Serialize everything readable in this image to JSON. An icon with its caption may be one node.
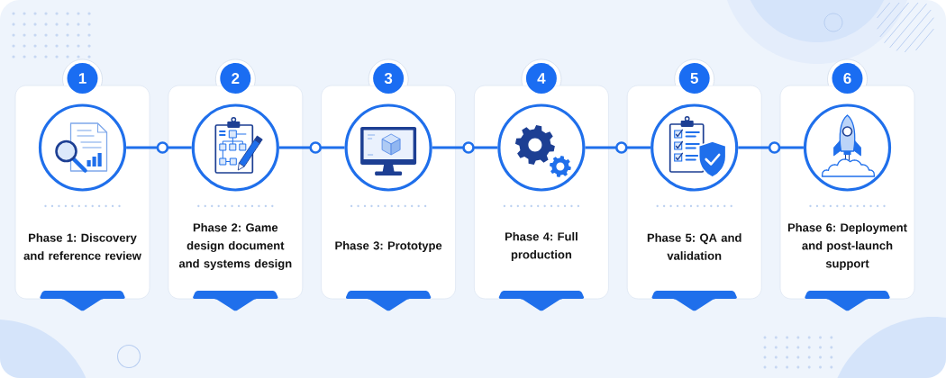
{
  "diagram": {
    "nodes": [
      {
        "text": [
          "1"
        ]
      },
      {
        "text": [
          "Phase 1: Discovery and reference review"
        ]
      },
      {
        "text": [],
        "shape": "circle",
        "in": 1
      },
      {
        "text": [
          "2"
        ]
      },
      {
        "text": [
          "Phase 2: Game design document and systems design"
        ]
      },
      {
        "text": [],
        "shape": "circle",
        "in": 4
      },
      {
        "text": [
          "3"
        ]
      },
      {
        "text": [
          "Phase 3: Prototype"
        ]
      },
      {
        "text": [],
        "shape": "circle",
        "in": 7
      },
      {
        "text": [
          "4"
        ]
      },
      {
        "text": [
          "Phase 4: Full production"
        ]
      },
      {
        "text": [],
        "shape": "circle",
        "in": 10
      },
      {
        "text": [
          "5"
        ]
      },
      {
        "text": [
          "Phase 5: QA and validation"
        ]
      },
      {
        "text": [],
        "shape": "circle",
        "in": 13
      },
      {
        "text": [
          "6"
        ]
      },
      {
        "text": [
          "Phase 6: Deployment and post-launch support"
        ]
      },
      {
        "text": [],
        "shape": "circle",
        "in": 16
      }
    ],
    "edges": [
      {
        "from": 2,
        "to": 5,
        "arrow": "none"
      },
      {
        "from": 5,
        "to": 8,
        "arrow": "none"
      },
      {
        "from": 8,
        "to": 11,
        "arrow": "none"
      },
      {
        "from": 11,
        "to": 14,
        "arrow": "none"
      },
      {
        "from": 14,
        "to": 17,
        "arrow": "none"
      }
    ]
  }
}
